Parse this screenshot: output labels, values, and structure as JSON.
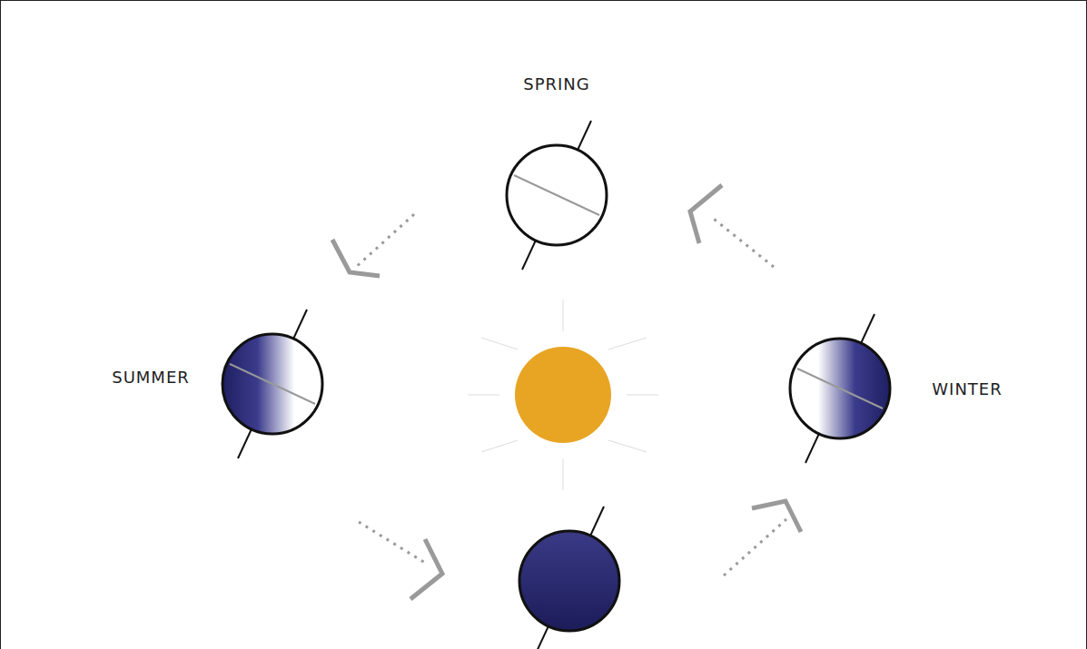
{
  "diagram": {
    "labels": [
      "SPRING",
      "SUMMER",
      "WINTER"
    ]
  }
}
